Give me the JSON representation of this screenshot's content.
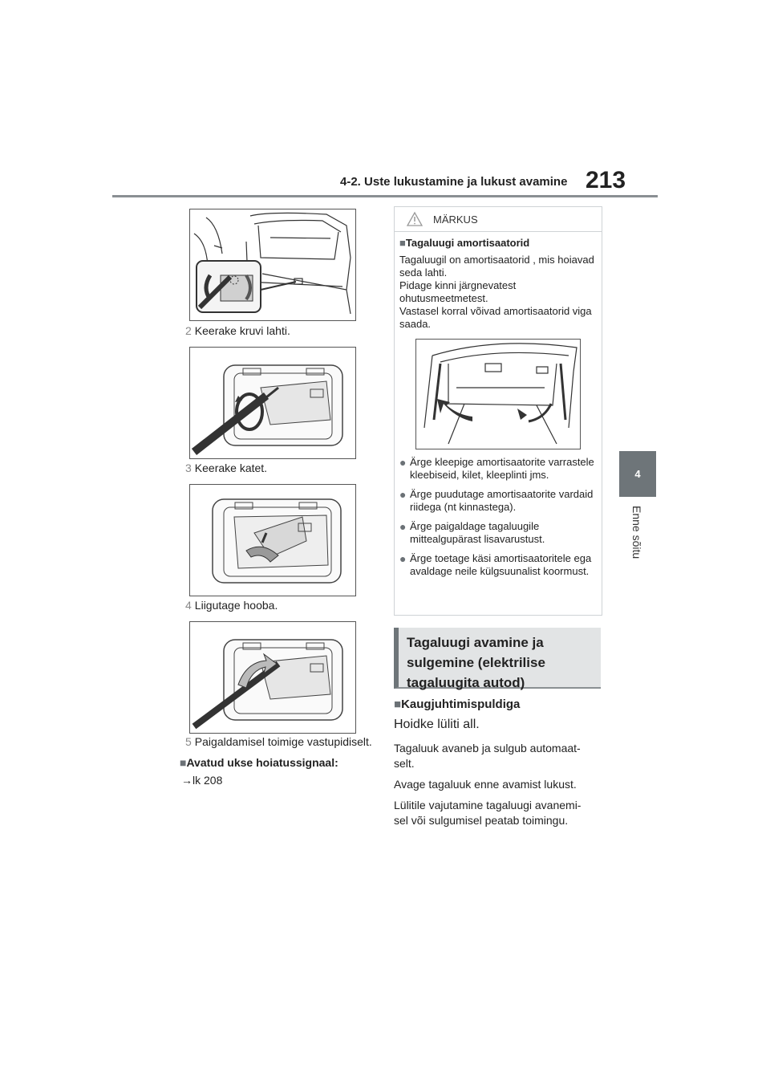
{
  "header": {
    "section_title": "4-2. Uste lukustamine ja lukust avamine",
    "page_number": "213"
  },
  "side_tab": {
    "chapter_number": "4",
    "chapter_label": "Enne sõitu"
  },
  "steps": [
    {
      "number": "2",
      "text": "Keerake kruvi lahti."
    },
    {
      "number": "3",
      "text": "Keerake katet."
    },
    {
      "number": "4",
      "text": "Liigutage hooba."
    },
    {
      "number": "5",
      "text": "Paigaldamisel toimige vastupidiselt."
    }
  ],
  "warning_signal": {
    "marker": "■",
    "title": "Avatud ukse hoiatussignaal:",
    "reference": "→lk 208"
  },
  "notice": {
    "header": "MÄRKUS",
    "marker": "■",
    "subtitle": "Tagaluugi amortisaatorid",
    "paragraph": "Tagaluugil on amortisaatorid , mis hoiavad seda lahti.\nPidage kinni järgnevatest ohutusmeetmetest.\nVastasel korral võivad amortisaatorid viga saada.",
    "bullets": [
      "Ärge kleepige amortisaatorite varrastele kleebiseid, kilet, kleeplinti jms.",
      "Ärge puudutage amortisaatorite vardaid riidega (nt kinnastega).",
      "Ärge paigaldage tagaluugile mittealgupärast lisavarustust.",
      "Ärge toetage käsi amortisaatoritele ega avaldage neile külgsuunalist koormust."
    ]
  },
  "section_heading": "Tagaluugi avamine ja sulgemine (elektrilise tagaluugita autod)",
  "remote": {
    "marker": "■",
    "subtitle": "Kaugjuhtimispuldiga",
    "instruction": "Hoidke lüliti all.",
    "p1_line1": "Tagaluuk avaneb ja sulgub automaat-",
    "p1_line2": "selt.",
    "p2": "Avage tagaluuk enne avamist lukust.",
    "p3_line1": "Lülitile vajutamine tagaluugi avanemi-",
    "p3_line2": "sel või sulgumisel peatab toimingu."
  },
  "colors": {
    "accent_gray": "#6e7579",
    "rule_gray": "#8a8f93",
    "box_bg": "#e2e4e5"
  }
}
